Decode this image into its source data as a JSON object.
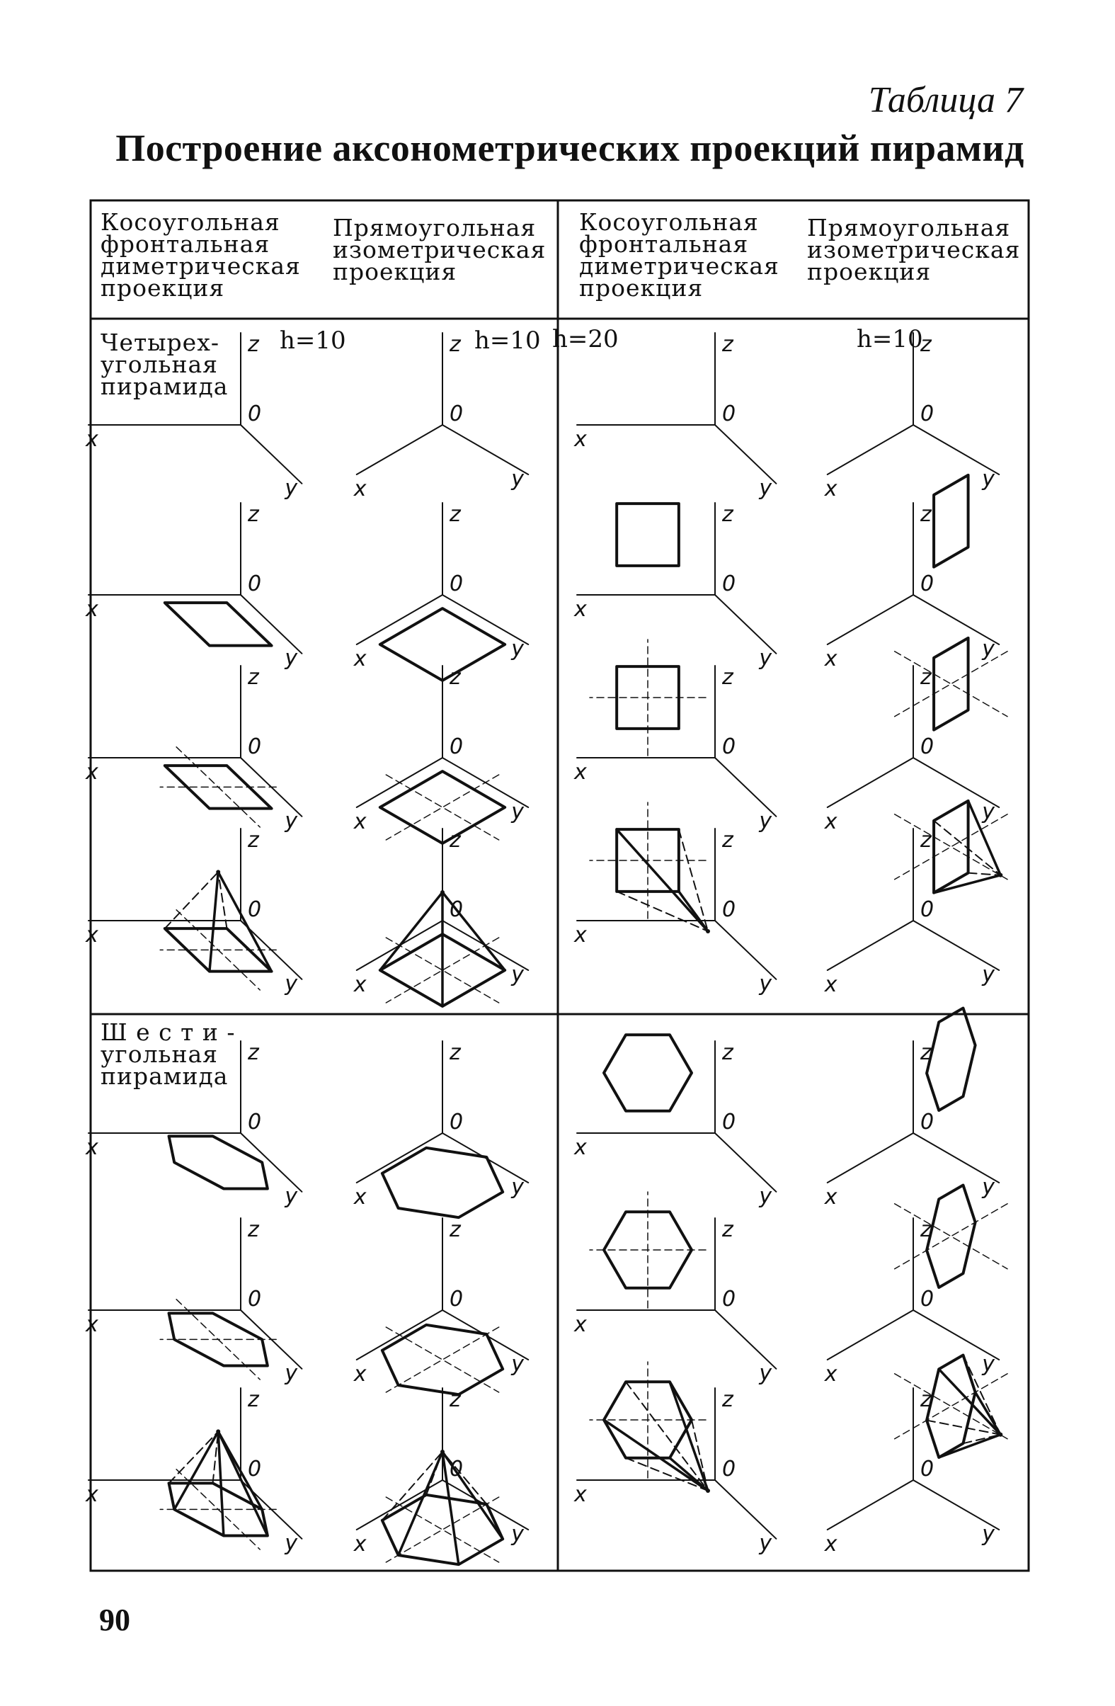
{
  "table_label": "Таблица 7",
  "page_title": "Построение аксонометрических проекций пирамид",
  "column_headers": [
    "Косоугольная\nфронтальная\nдиметрическая\nпроекция",
    "Прямоугольная\nизометрическая\nпроекция",
    "Косоугольная\nфронтальная\nдиметрическая\nпроекция",
    "Прямоугольная\nизометрическая\nпроекция"
  ],
  "row_labels": {
    "quad": "Четырех-\nугольная\nпирамида",
    "hex": "Ш е с т и -\nугольная\nпирамида"
  },
  "heights": [
    "h=10",
    "h=10",
    "h=20",
    "h=10"
  ],
  "axis_labels": {
    "x": "x",
    "y": "y",
    "z": "z",
    "origin": "0"
  },
  "page_number": "90"
}
